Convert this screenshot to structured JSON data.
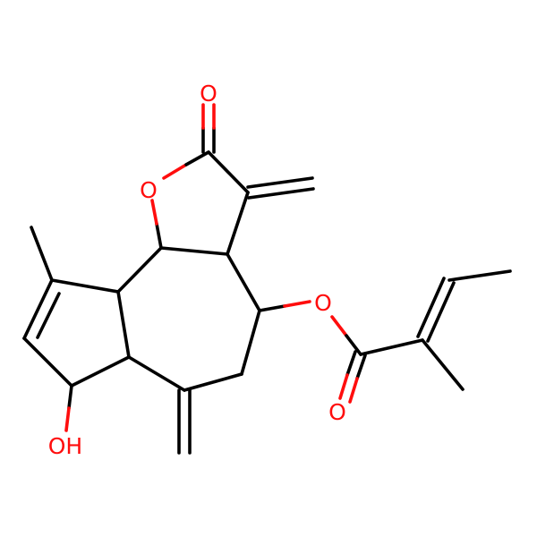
{
  "colors": {
    "bond": "#000000",
    "oxygen": "#ff0d0d",
    "background": "#ffffff"
  },
  "atoms": {
    "ring_oxygen": "O",
    "lactone_carbonyl_oxygen": "O",
    "ester_oxygen": "O",
    "ester_carbonyl_oxygen": "O",
    "hydroxyl": "OH"
  }
}
